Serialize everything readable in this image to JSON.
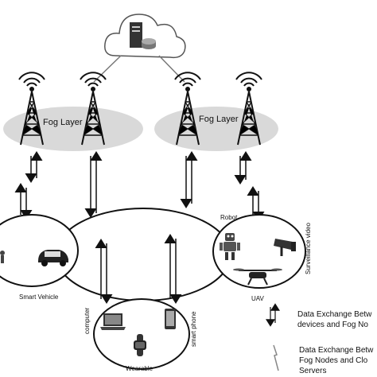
{
  "fog_left_label": "Fog Layer",
  "fog_right_label": "Fog Layer",
  "labels": {
    "smart_vehicle": "Smart Vehicle",
    "robot": "Robot",
    "surveillance": "Surveillance video",
    "uav": "UAV",
    "computer": "computer",
    "smart_phone": "smart phone",
    "wearable": "Wearable"
  },
  "legend": {
    "item1_line1": "Data Exchange Betw",
    "item1_line2": "devices and Fog No",
    "item2_line1": "Data Exchange Betw",
    "item2_line2": "Fog Nodes and Clo",
    "item2_line3": "Servers"
  },
  "colors": {
    "fog_fill": "#d9d9d9",
    "line": "#111111",
    "cloud_stroke": "#666666"
  }
}
